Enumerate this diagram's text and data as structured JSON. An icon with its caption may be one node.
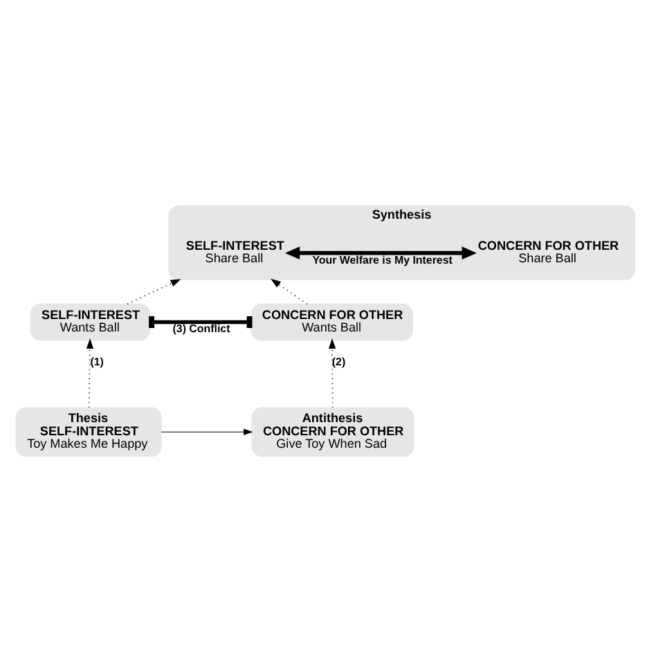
{
  "diagram": {
    "nodes": [
      {
        "text": [
          "Synthesis"
        ]
      },
      {
        "text": [
          "SELF-INTEREST",
          "Share Ball"
        ],
        "in": 0
      },
      {
        "text": [
          "CONCERN FOR OTHER",
          "Share Ball"
        ],
        "in": 0
      },
      {
        "text": [
          "SELF-INTEREST",
          "Wants Ball"
        ]
      },
      {
        "text": [
          "CONCERN FOR OTHER",
          "Wants Ball"
        ]
      },
      {
        "text": [
          "Thesis",
          "SELF-INTEREST",
          "Toy Makes Me Happy"
        ]
      },
      {
        "text": [
          "Antithesis",
          "CONCERN FOR OTHER",
          "Give Toy When Sad"
        ]
      }
    ],
    "edges": [
      {
        "from": 1,
        "to": 2,
        "arrow": "both",
        "label": "Your Welfare is My Interest",
        "style": "thick"
      },
      {
        "from": 3,
        "to": 4,
        "arrow": "other",
        "label": "(3) Conflict",
        "style": "thick"
      },
      {
        "from": 5,
        "to": 3,
        "arrow": "to",
        "label": "(1)",
        "style": "dashed"
      },
      {
        "from": 6,
        "to": 4,
        "arrow": "to",
        "label": "(2)",
        "style": "dashed"
      },
      {
        "from": 3,
        "to": 0,
        "arrow": "to",
        "style": "dashed"
      },
      {
        "from": 4,
        "to": 0,
        "arrow": "to",
        "style": "dashed"
      },
      {
        "from": 5,
        "to": 6,
        "arrow": "to"
      }
    ]
  }
}
